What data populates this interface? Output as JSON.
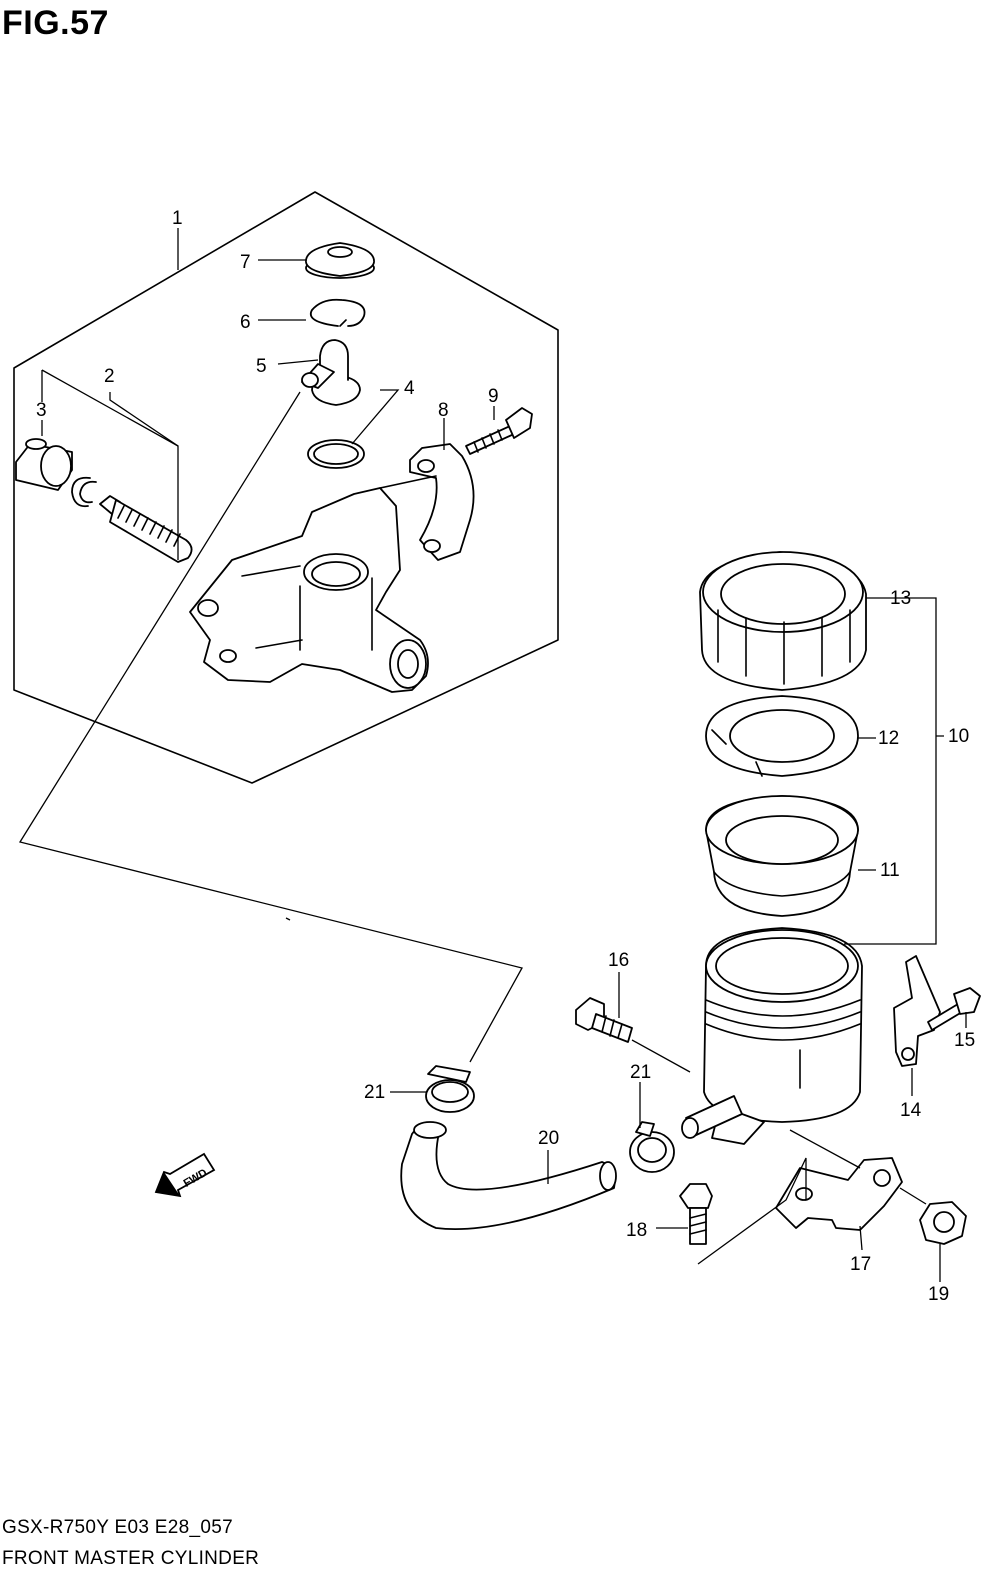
{
  "figure": {
    "title": "FIG.57",
    "code": "GSX-R750Y E03 E28_057",
    "name": "FRONT MASTER CYLINDER",
    "fwd_label": "FWD"
  },
  "callouts": [
    "1",
    "2",
    "3",
    "4",
    "5",
    "6",
    "7",
    "8",
    "9",
    "10",
    "11",
    "12",
    "13",
    "14",
    "15",
    "16",
    "17",
    "18",
    "19",
    "20",
    "21",
    "21"
  ]
}
